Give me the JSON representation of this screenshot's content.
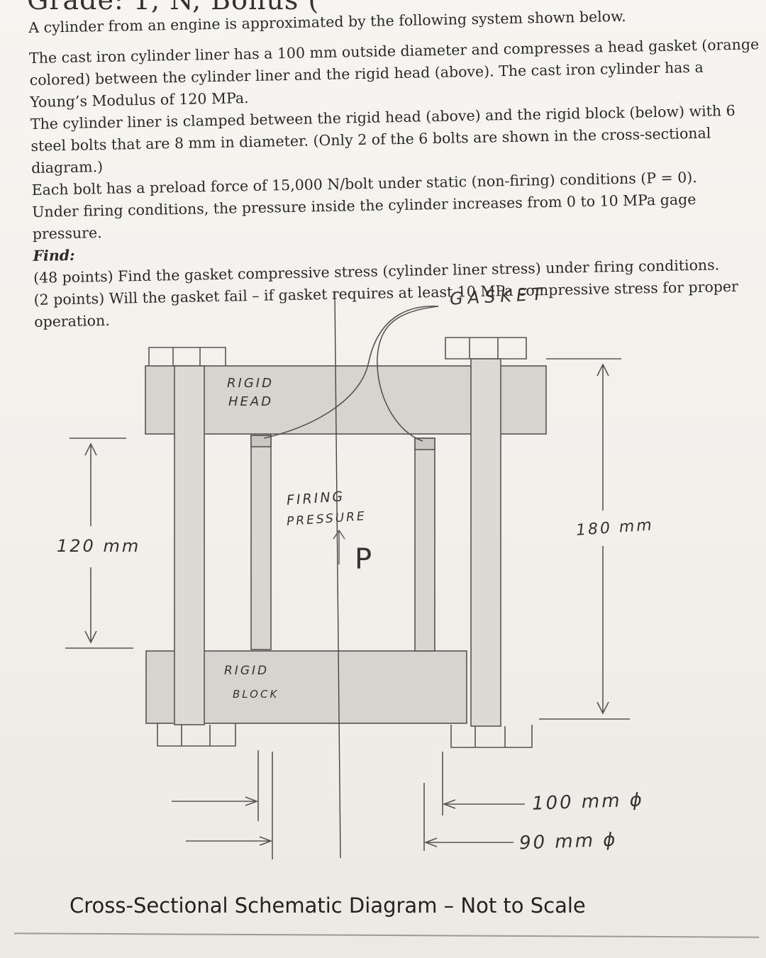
{
  "header_partial": "Grade:  1,  N,  Bonus (",
  "problem": {
    "intro": "A cylinder from an engine is approximated by the following system shown below.",
    "para1": "The cast iron cylinder liner has a 100 mm outside diameter and compresses a head gasket (orange colored) between the cylinder liner and the rigid head (above).  The cast iron cylinder has a Young’s Modulus of 120 MPa.",
    "para2": "The cylinder liner is clamped between the rigid head (above) and the rigid block (below) with 6 steel bolts that are 8 mm in diameter.  (Only 2 of the 6 bolts are shown in the cross-sectional diagram.)",
    "para3": "Each bolt has a preload force of 15,000 N/bolt under static (non-firing) conditions (P = 0).",
    "para4": "Under firing conditions, the pressure inside the cylinder increases from 0 to 10 MPa gage pressure.",
    "find_label": "Find:",
    "item1": "(48 points) Find the gasket compressive stress (cylinder liner stress) under firing conditions.",
    "item2": "(2 points) Will the gasket fail – if gasket requires at least 10 MPa compressive stress for proper operation."
  },
  "diagram": {
    "gasket_label": "GASKET",
    "head_label_1": "RIGID",
    "head_label_2": "HEAD",
    "pressure_label_1": "FIRING",
    "pressure_label_2": "PRESSURE",
    "pressure_symbol": "P",
    "block_label_1": "RIGID",
    "block_label_2": "BLOCK",
    "dim_left": "120 mm",
    "dim_right": "180 mm",
    "dim_outer_dia": "100 mm ϕ",
    "dim_inner_dia": "90 mm ϕ"
  },
  "caption": "Cross-Sectional Schematic Diagram – Not to Scale"
}
